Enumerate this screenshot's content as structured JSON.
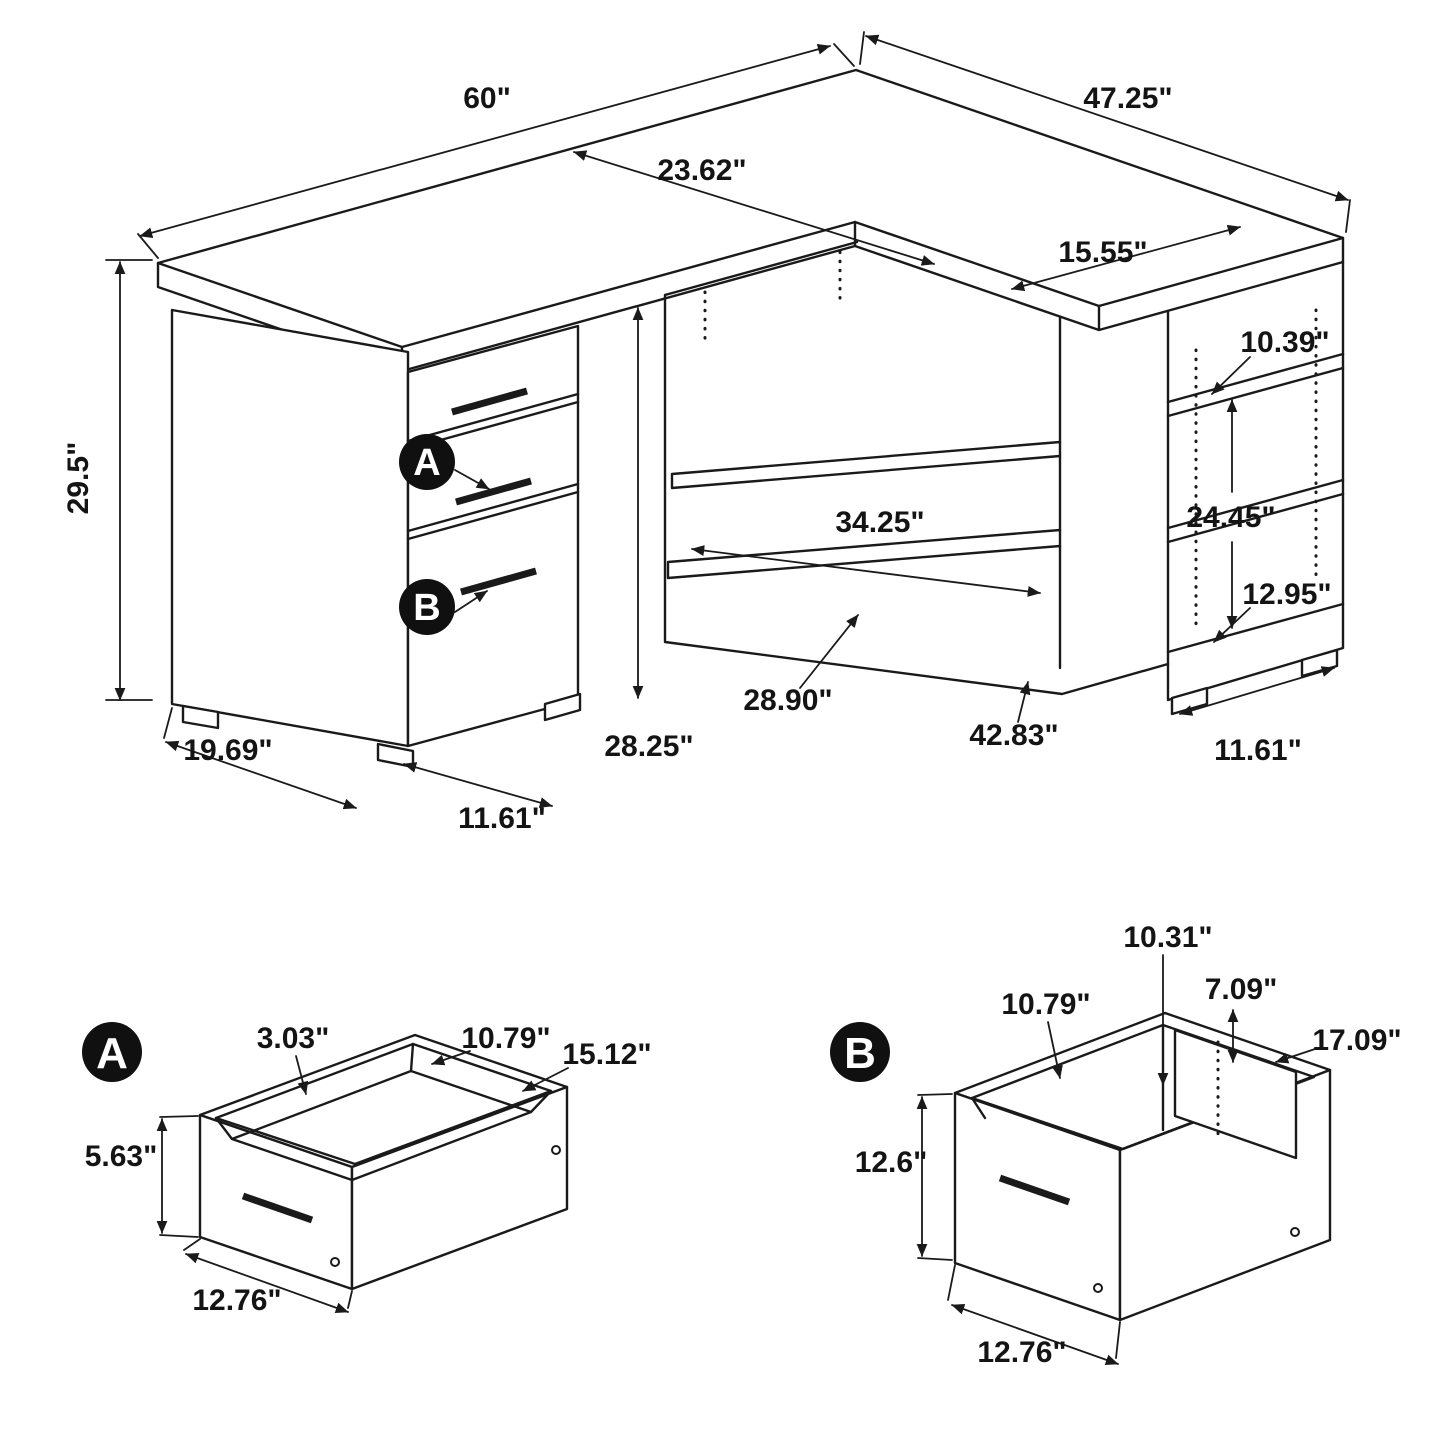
{
  "page": {
    "background": "#ffffff",
    "line_color": "#1a1a1a"
  },
  "main": {
    "dims": {
      "top_length": "60\"",
      "return_length": "47.25\"",
      "desk_depth": "23.62\"",
      "cubby_top_width": "15.55\"",
      "cubby_shelf_gap_top": "10.39\"",
      "overall_height": "29.5\"",
      "shelf_interior_width": "34.25\"",
      "cubby_shelf_height": "24.45\"",
      "cubby_shelf_gap_bottom": "12.95\"",
      "kneehole_diagonal": "28.90\"",
      "kneehole_height": "28.25\"",
      "base_length": "42.83\"",
      "cubby_base_depth": "11.61\"",
      "pedestal_base_depth": "19.69\"",
      "pedestal_base_width": "11.61\""
    },
    "markers": {
      "a": "A",
      "b": "B"
    }
  },
  "drawer_a": {
    "marker": "A",
    "dims": {
      "side_rail_height": "3.03\"",
      "interior_width": "10.79\"",
      "interior_depth": "15.12\"",
      "front_height": "5.63\"",
      "front_width": "12.76\""
    }
  },
  "drawer_b": {
    "marker": "B",
    "dims": {
      "interior_depth": "10.31\"",
      "interior_width": "10.79\"",
      "back_rail_height": "7.09\"",
      "interior_length": "17.09\"",
      "front_height": "12.6\"",
      "front_width": "12.76\""
    }
  }
}
